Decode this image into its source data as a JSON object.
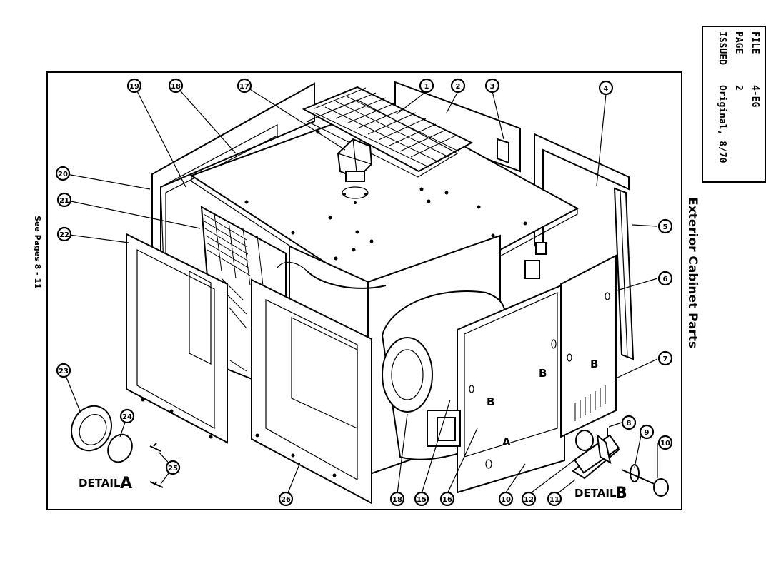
{
  "title_block": {
    "file_label": "FILE",
    "file_value": "4-EG",
    "page_label": "PAGE",
    "page_value": "2",
    "issued_label": "ISSUED",
    "issued_value": "Original, 8/70"
  },
  "diagram": {
    "title": "Exterior Cabinet Parts",
    "see_pages": "See Pages 8 - 11",
    "detail_a": "DETAIL",
    "detail_a_letter": "A",
    "detail_b": "DETAIL",
    "detail_b_letter": "B",
    "ref_a": "A",
    "ref_b": "B",
    "callouts": [
      "1",
      "2",
      "3",
      "4",
      "5",
      "6",
      "7",
      "8",
      "9",
      "10",
      "10",
      "11",
      "12",
      "15",
      "16",
      "17",
      "18",
      "19",
      "20",
      "21",
      "22",
      "23",
      "24",
      "25",
      "26",
      "18"
    ]
  }
}
